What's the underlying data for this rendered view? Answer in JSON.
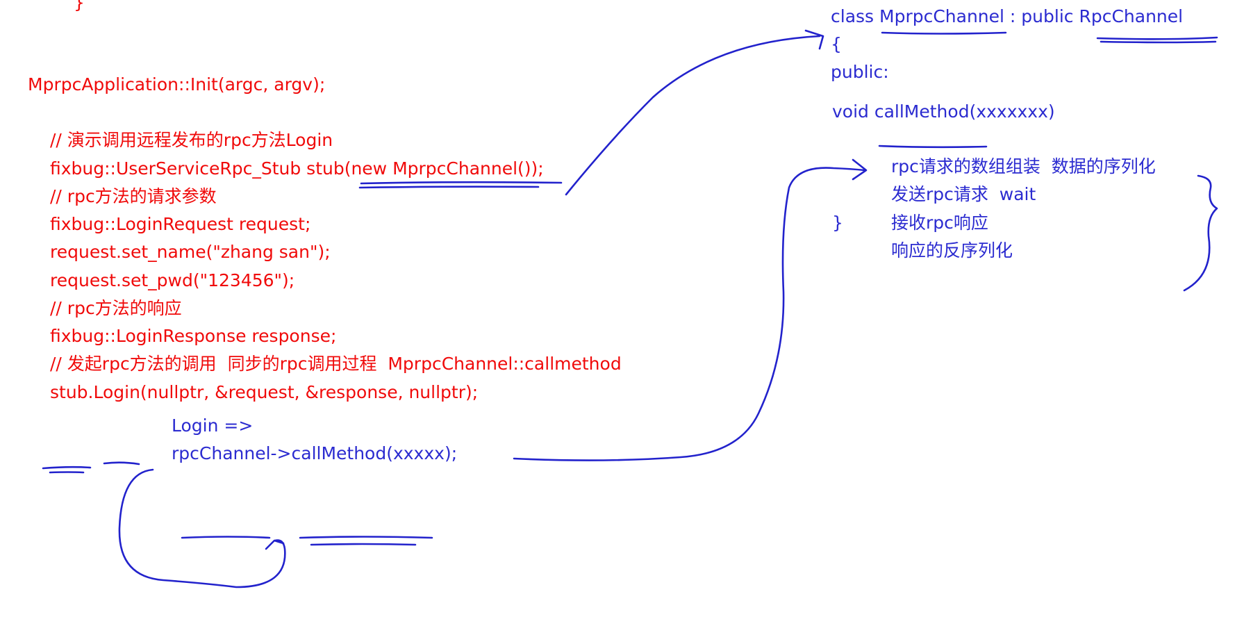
{
  "left_code": {
    "brace": "}",
    "init": "MprpcApplication::Init(argc, argv);",
    "lines": [
      "// 演示调用远程发布的rpc方法Login",
      "fixbug::UserServiceRpc_Stub stub(new MprpcChannel());",
      "// rpc方法的请求参数",
      "fixbug::LoginRequest request;",
      "request.set_name(\"zhang san\");",
      "request.set_pwd(\"123456\");",
      "// rpc方法的响应",
      "fixbug::LoginResponse response;",
      "// 发起rpc方法的调用  同步的rpc调用过程  MprpcChannel::callmethod",
      "stub.Login(nullptr, &request, &response, nullptr);"
    ]
  },
  "login_note": {
    "line1": "Login =>",
    "line2": "rpcChannel->callMethod(xxxxx);"
  },
  "right_class": {
    "decl": "class MprpcChannel : public RpcChannel",
    "open_brace": "{",
    "access": "public:",
    "method": "void callMethod(xxxxxxx)",
    "close_brace": "}",
    "steps": [
      "rpc请求的数组组装  数据的序列化",
      "发送rpc请求  wait",
      "接收rpc响应",
      "响应的反序列化"
    ]
  },
  "colors": {
    "code_red": "#f00a0a",
    "note_blue": "#2b2bd0",
    "ink_blue": "#2222cc",
    "background": "#ffffff"
  }
}
